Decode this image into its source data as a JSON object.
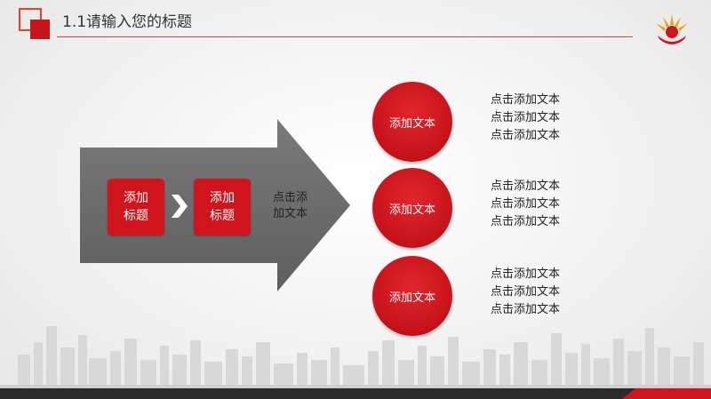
{
  "header": {
    "title": "1.1请输入您的标题"
  },
  "arrow": {
    "box1": "添加标题",
    "box2": "添加标题",
    "text": "点击添加文本"
  },
  "circles": [
    {
      "label": "添加文本",
      "lines": [
        "点击添加文本",
        "点击添加文本",
        "点击添加文本"
      ]
    },
    {
      "label": "添加文本",
      "lines": [
        "点击添加文本",
        "点击添加文本",
        "点击添加文本"
      ]
    },
    {
      "label": "添加文本",
      "lines": [
        "点击添加文本",
        "点击添加文本",
        "点击添加文本"
      ]
    }
  ],
  "colors": {
    "accent": "#d0141c",
    "rule": "#e0452a",
    "arrow": "#6e6e6e"
  }
}
